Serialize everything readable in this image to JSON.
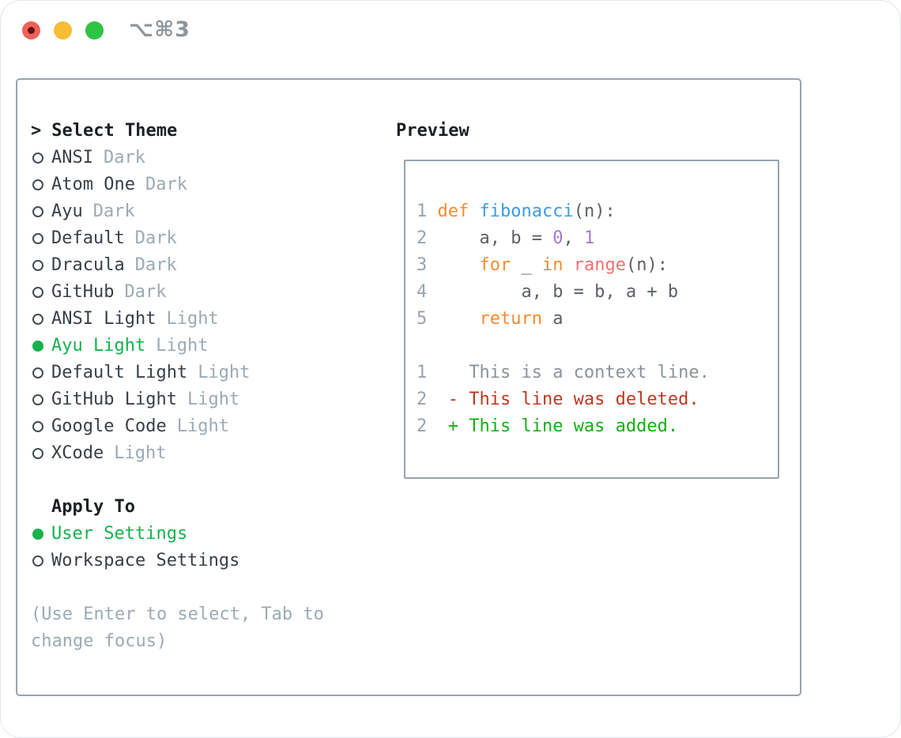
{
  "titlebar": {
    "shortcut": "⌥⌘3"
  },
  "colors": {
    "accent_green": "#16b24b",
    "added_green": "#12b212",
    "deleted_red": "#c0381f",
    "keyword_orange": "#f78b31",
    "function_blue": "#399ee6",
    "literal_purple": "#a37acc",
    "call_coral": "#f07171",
    "code_fg": "#5c6166",
    "gutter_gray": "#9aa4ae",
    "context_gray": "#8a939b",
    "text_dark": "#383f46",
    "heading_dark": "#1c2024",
    "muted_gray": "#9caab4",
    "border_gray": "#99a3ae",
    "light_red": "#f4605a",
    "light_yellow": "#f8bc35",
    "light_green": "#2fc444",
    "shortcut_gray": "#8e959b"
  },
  "left": {
    "prompt": ">",
    "title": "Select Theme",
    "themes": [
      {
        "name": "ANSI",
        "tag": "Dark",
        "selected": false
      },
      {
        "name": "Atom One",
        "tag": "Dark",
        "selected": false
      },
      {
        "name": "Ayu",
        "tag": "Dark",
        "selected": false
      },
      {
        "name": "Default",
        "tag": "Dark",
        "selected": false
      },
      {
        "name": "Dracula",
        "tag": "Dark",
        "selected": false
      },
      {
        "name": "GitHub",
        "tag": "Dark",
        "selected": false
      },
      {
        "name": "ANSI Light",
        "tag": "Light",
        "selected": false
      },
      {
        "name": "Ayu Light",
        "tag": "Light",
        "selected": true
      },
      {
        "name": "Default Light",
        "tag": "Light",
        "selected": false
      },
      {
        "name": "GitHub Light",
        "tag": "Light",
        "selected": false
      },
      {
        "name": "Google Code",
        "tag": "Light",
        "selected": false
      },
      {
        "name": "XCode",
        "tag": "Light",
        "selected": false
      }
    ],
    "apply_to": {
      "title": "Apply To",
      "options": [
        {
          "label": "User Settings",
          "selected": true
        },
        {
          "label": "Workspace Settings",
          "selected": false
        }
      ]
    },
    "footer_lines": [
      "(Use Enter to select, Tab to",
      "change focus)"
    ]
  },
  "preview": {
    "title": "Preview",
    "code_lines": [
      {
        "num": "1",
        "tokens": [
          {
            "c": "p",
            "t": " "
          },
          {
            "c": "k",
            "t": "def"
          },
          {
            "c": "p",
            "t": " "
          },
          {
            "c": "f",
            "t": "fibonacci"
          },
          {
            "c": "p",
            "t": "(n):"
          }
        ]
      },
      {
        "num": "2",
        "tokens": [
          {
            "c": "p",
            "t": "     a, b = "
          },
          {
            "c": "l",
            "t": "0"
          },
          {
            "c": "p",
            "t": ", "
          },
          {
            "c": "l",
            "t": "1"
          }
        ]
      },
      {
        "num": "3",
        "tokens": [
          {
            "c": "p",
            "t": "     "
          },
          {
            "c": "k",
            "t": "for"
          },
          {
            "c": "p",
            "t": " _ "
          },
          {
            "c": "k",
            "t": "in"
          },
          {
            "c": "p",
            "t": " "
          },
          {
            "c": "c",
            "t": "range"
          },
          {
            "c": "p",
            "t": "(n):"
          }
        ]
      },
      {
        "num": "4",
        "tokens": [
          {
            "c": "p",
            "t": "         a, b = b, a + b"
          }
        ]
      },
      {
        "num": "5",
        "tokens": [
          {
            "c": "p",
            "t": "     "
          },
          {
            "c": "k",
            "t": "return"
          },
          {
            "c": "p",
            "t": " a"
          }
        ]
      },
      {
        "num": "",
        "tokens": []
      },
      {
        "num": "1",
        "tokens": [
          {
            "c": "x",
            "t": "    This is a context line."
          }
        ]
      },
      {
        "num": "2",
        "tokens": [
          {
            "c": "d",
            "t": "  - This line was deleted."
          }
        ]
      },
      {
        "num": "2",
        "tokens": [
          {
            "c": "a",
            "t": "  + This line was added."
          }
        ]
      }
    ]
  }
}
